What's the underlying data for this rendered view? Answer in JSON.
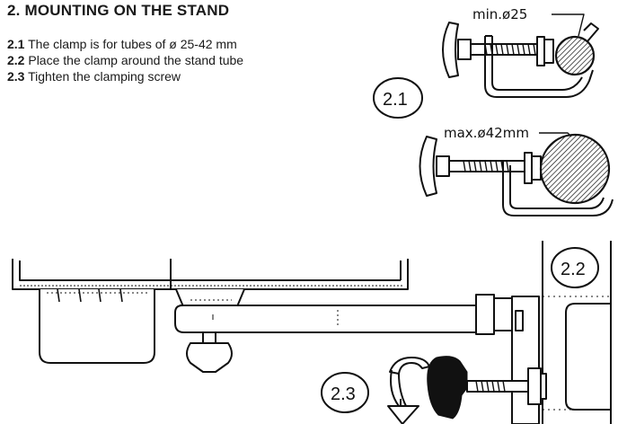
{
  "section": {
    "title": "2. MOUNTING ON THE STAND",
    "steps": [
      {
        "num": "2.1",
        "text": "The clamp is for tubes of ø 25-42 mm"
      },
      {
        "num": "2.2",
        "text": "Place the clamp around the stand tube"
      },
      {
        "num": "2.3",
        "text": "Tighten the clamping screw"
      }
    ]
  },
  "figure": {
    "callout_1": "2.1",
    "callout_2": "2.2",
    "callout_3": "2.3",
    "min_label": "min.ø25",
    "max_label": "max.ø42mm"
  },
  "colors": {
    "ink": "#111111",
    "paper": "#ffffff"
  }
}
